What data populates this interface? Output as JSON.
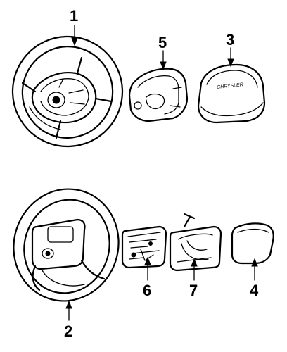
{
  "callouts": [
    {
      "id": "1",
      "label": "1"
    },
    {
      "id": "2",
      "label": "2"
    },
    {
      "id": "3",
      "label": "3"
    },
    {
      "id": "4",
      "label": "4"
    },
    {
      "id": "5",
      "label": "5"
    },
    {
      "id": "6",
      "label": "6"
    },
    {
      "id": "7",
      "label": "7"
    }
  ],
  "horn_pad_emblem": "CHRYSLER",
  "colors": {
    "ink": "#000000",
    "paper": "#ffffff"
  }
}
